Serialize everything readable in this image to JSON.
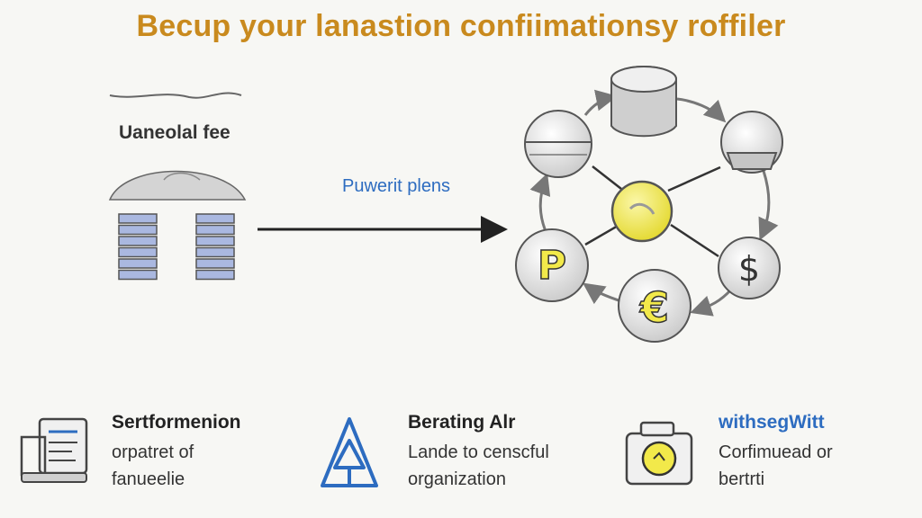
{
  "title": "Becup your lanastion confiimationsy roffiler",
  "left_label": "Uaneolal fee",
  "arrow_label": "Puwerit plens",
  "features": [
    {
      "title": "Sertformenion",
      "lines": [
        "orpatret of",
        "fanueelie"
      ],
      "icon": "document-on-laptop-icon"
    },
    {
      "title": "Berating Alr",
      "lines": [
        "Lande to censcful",
        "organization"
      ],
      "icon": "triangle-network-icon"
    },
    {
      "title": "withsegWitt",
      "lines": [
        "Corfimuead or",
        "bertrti"
      ],
      "icon": "camera-coin-icon"
    }
  ],
  "colors": {
    "title": "#c98a1e",
    "accent_blue": "#2d6cc0",
    "coin_yellow": "#f2e94a"
  }
}
